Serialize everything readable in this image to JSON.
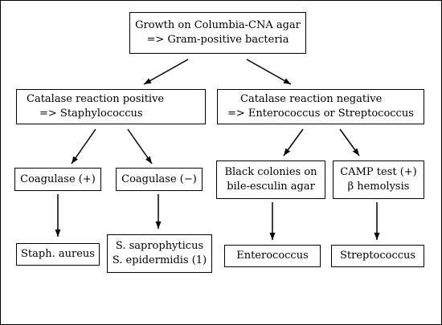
{
  "diagram": {
    "root": {
      "line1": "Growth on Columbia-CNA agar",
      "line2": "=> Gram-positive bacteria"
    },
    "catalase_positive": {
      "line1": "Catalase reaction positive",
      "line2": "=> Staphylococcus"
    },
    "catalase_negative": {
      "line1": "Catalase reaction negative",
      "line2": "=> Enterococcus or Streptococcus"
    },
    "coagulase_pos": {
      "label": "Coagulase (+)"
    },
    "coagulase_neg": {
      "label": "Coagulase (−)"
    },
    "bile_esculin": {
      "line1": "Black colonies on",
      "line2": "bile-esculin agar"
    },
    "camp": {
      "line1": "CAMP test (+)",
      "line2": "β hemolysis"
    },
    "staph_aureus": {
      "label": "Staph. aureus"
    },
    "saprophyticus": {
      "line1": "S. saprophyticus",
      "line2": "S. epidermidis (1)"
    },
    "enterococcus": {
      "label": "Enterococcus"
    },
    "streptococcus": {
      "label": "Streptococcus"
    }
  }
}
